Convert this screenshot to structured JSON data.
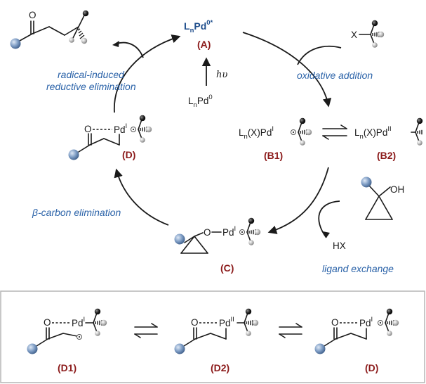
{
  "catalyst": {
    "excited_base": "L",
    "excited_sub": "n",
    "excited_metal": "Pd",
    "excited_sup": "0*",
    "excited_label": "(A)",
    "ground_base": "L",
    "ground_sub": "n",
    "ground_metal": "Pd",
    "ground_sup": "0",
    "light": "hυ"
  },
  "substrate": {
    "halide": "X"
  },
  "steps": {
    "oxidative_addition": "oxidative addition",
    "ligand_exchange": "ligand exchange",
    "beta_carbon_elim": "β-carbon elimination",
    "radical_re_line1": "radical-induced",
    "radical_re_line2": "reductive elimination"
  },
  "species": {
    "b1_text_a": "L",
    "b1_sub": "n",
    "b1_text_b": "(X)Pd",
    "b1_sup": "I",
    "b1_label": "(B1)",
    "b2_text_a": "L",
    "b2_sub": "n",
    "b2_text_b": "(X)Pd",
    "b2_sup": "II",
    "b2_label": "(B2)",
    "c_o": "O",
    "c_pd": "Pd",
    "c_sup": "I",
    "c_label": "(C)",
    "d_o": "O",
    "d_pd": "Pd",
    "d_sup": "I",
    "d_label": "(D)",
    "reagent_oh": "OH",
    "byproduct": "HX"
  },
  "inset": {
    "d1_o": "O",
    "d1_pd": "Pd",
    "d1_sup": "I",
    "d1_label": "(D1)",
    "d2_o": "O",
    "d2_pd": "Pd",
    "d2_sup": "II",
    "d2_label": "(D2)",
    "d_o": "O",
    "d_pd": "Pd",
    "d_sup": "I",
    "d_label": "(D)"
  },
  "product": {
    "o": "O"
  },
  "colors": {
    "blue_text": "#2a62a8",
    "label_red": "#8b1a1a",
    "catalyst_blue": "#1f4e8c",
    "sphere_blue": "#7d9cc4"
  }
}
